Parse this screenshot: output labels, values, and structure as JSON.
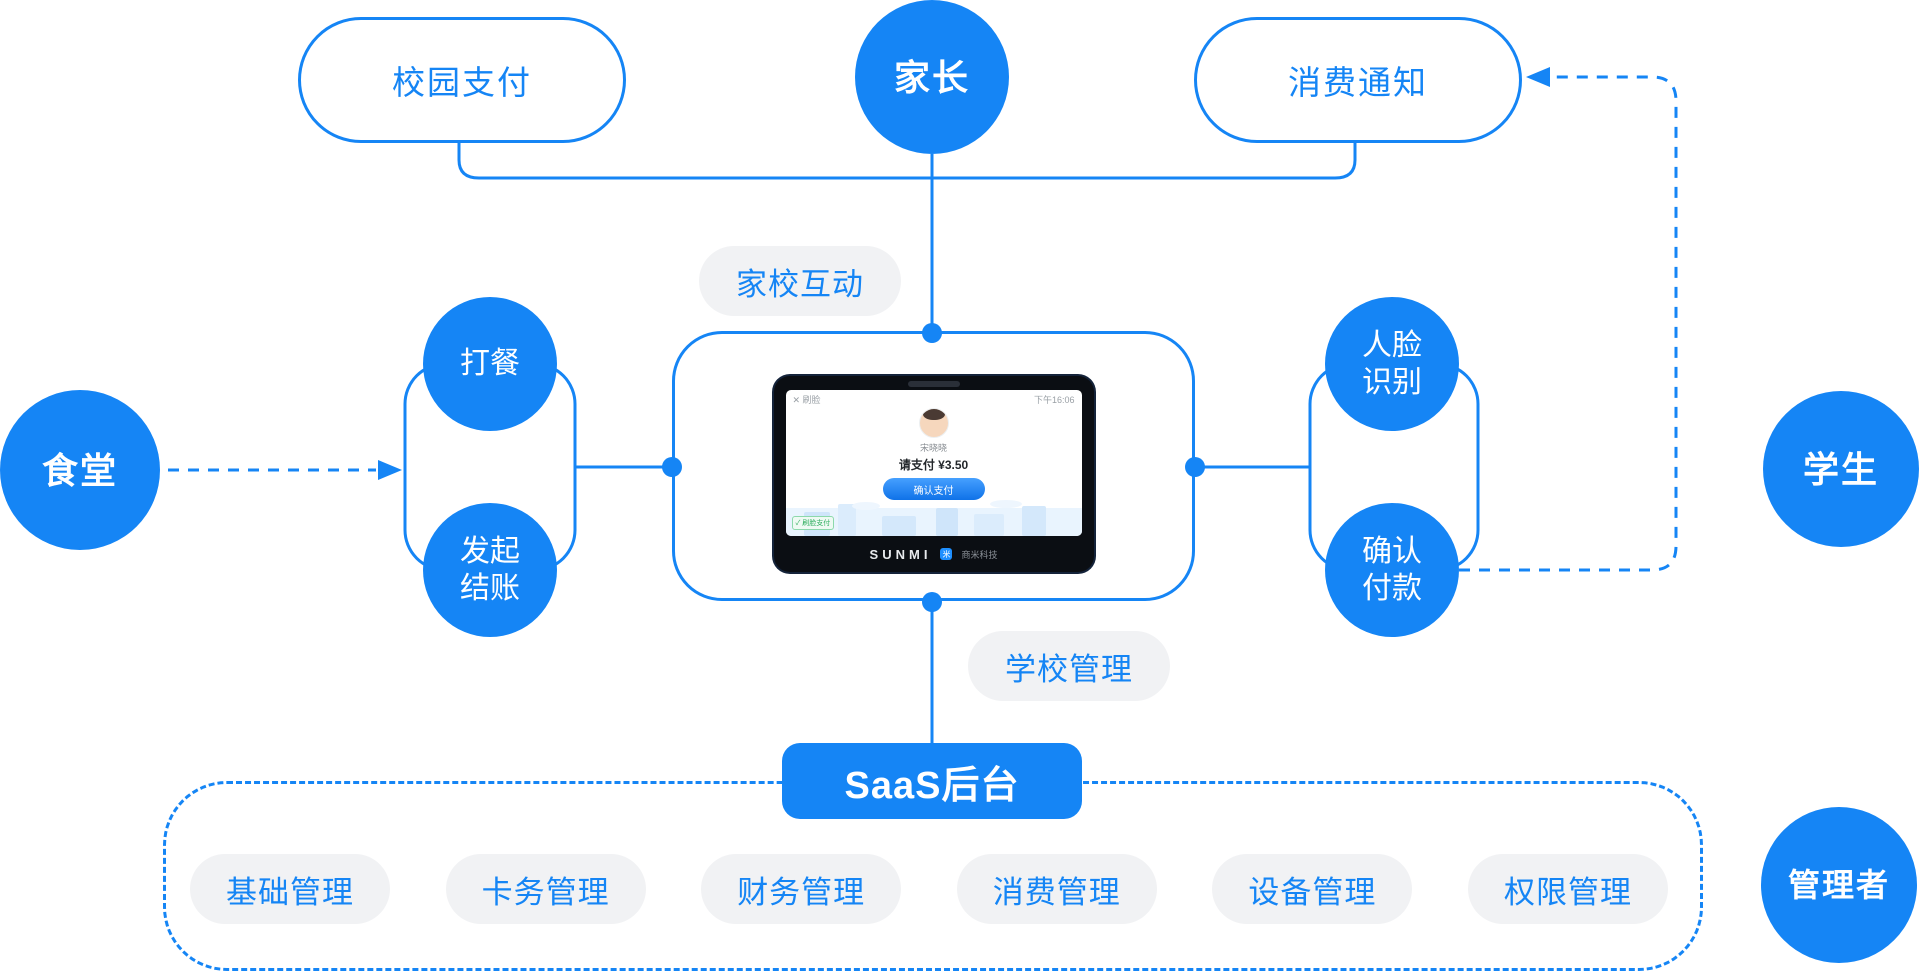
{
  "colors": {
    "primary": "#1585f5",
    "pill_bg": "#f1f2f4"
  },
  "top": {
    "campus_pay": "校园支付",
    "parent": "家长",
    "notify": "消费通知"
  },
  "left": {
    "canteen": "食堂",
    "serve": "打餐",
    "checkout": "发起\n结账"
  },
  "center": {
    "home_school_label": "家校互动",
    "school_manage_label": "学校管理",
    "device": {
      "topbar_left": "✕ 刷脸",
      "topbar_right": "下午16:06",
      "name": "宋晓晓",
      "pay_text": "请支付 ¥3.50",
      "confirm_button": "确认支付",
      "badge": "✓ 刷脸支付",
      "brand": "SUNMI",
      "logo_glyph": "米",
      "brand2": "商米科技"
    }
  },
  "right": {
    "face": "人脸\n识别",
    "confirm_pay": "确认\n付款",
    "student": "学生"
  },
  "bottom": {
    "saas": "SaaS后台",
    "modules": [
      "基础管理",
      "卡务管理",
      "财务管理",
      "消费管理",
      "设备管理",
      "权限管理"
    ],
    "admin": "管理者"
  }
}
